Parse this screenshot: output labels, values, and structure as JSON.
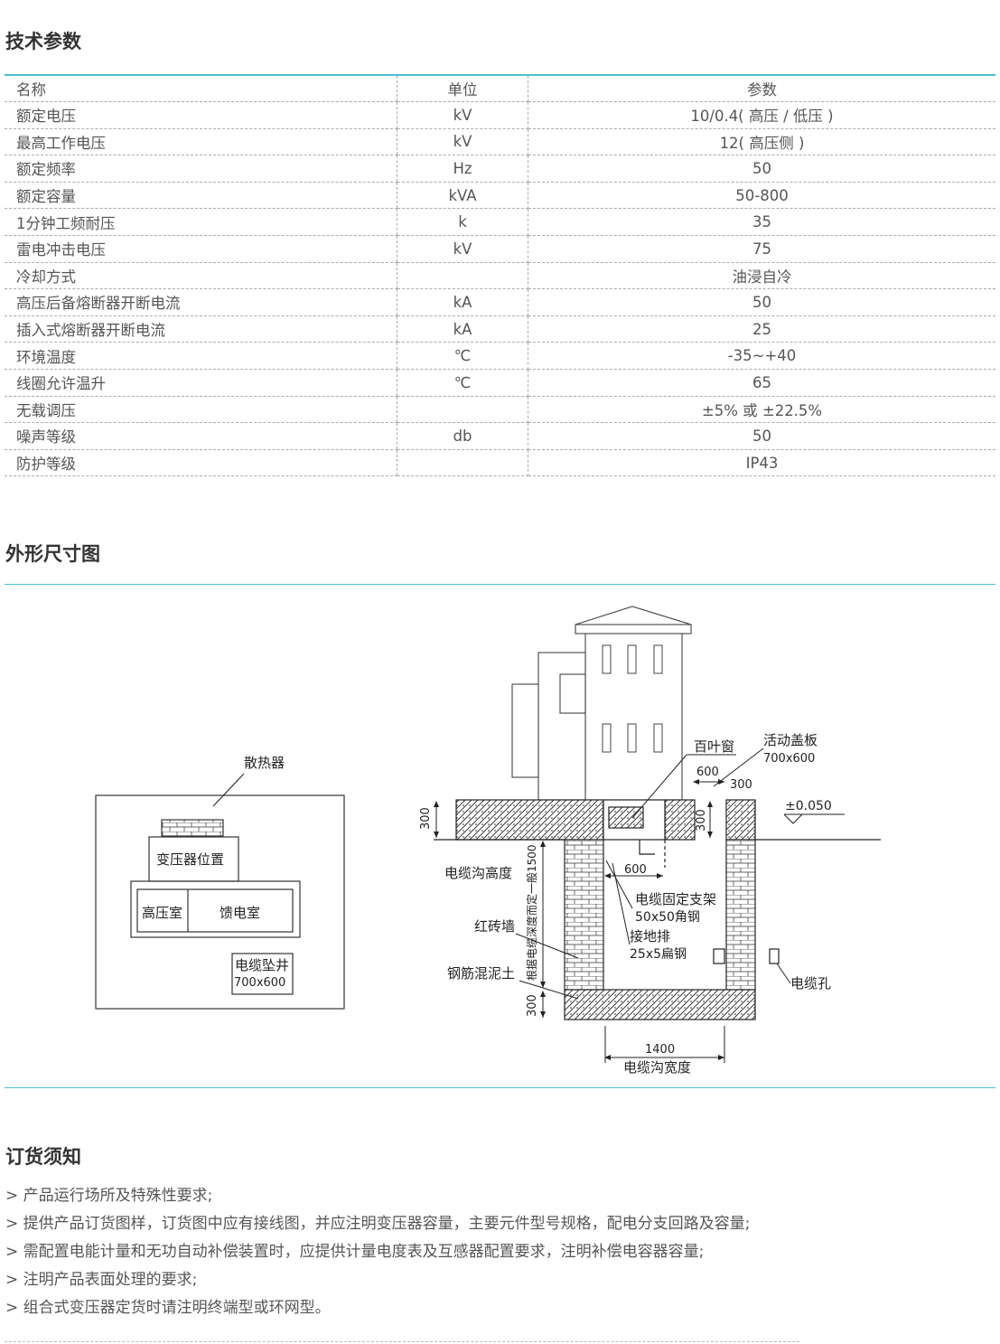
{
  "tech": {
    "title": "技术参数",
    "headers": [
      "名称",
      "单位",
      "参数"
    ],
    "rows": [
      [
        "额定电压",
        "kV",
        "10/0.4( 高压 / 低压 )"
      ],
      [
        "最高工作电压",
        "kV",
        "12( 高压侧 )"
      ],
      [
        "额定频率",
        "Hz",
        "50"
      ],
      [
        "额定容量",
        "kVA",
        "50-800"
      ],
      [
        "1分钟工频耐压",
        "k",
        "35"
      ],
      [
        "雷电冲击电压",
        "kV",
        "75"
      ],
      [
        "冷却方式",
        "",
        "油浸自冷"
      ],
      [
        "高压后备熔断器开断电流",
        "kA",
        "50"
      ],
      [
        "插入式熔断器开断电流",
        "kA",
        "25"
      ],
      [
        "环境温度",
        "℃",
        "-35~+40"
      ],
      [
        "线圈允许温升",
        "℃",
        "65"
      ],
      [
        "无载调压",
        "",
        "±5% 或 ±22.5%"
      ],
      [
        "噪声等级",
        "db",
        "50"
      ],
      [
        "防护等级",
        "",
        "IP43"
      ]
    ]
  },
  "dims": {
    "title": "外形尺寸图",
    "plan": {
      "radiator": "散热器",
      "transformer": "变压器位置",
      "hv_room": "高压室",
      "feeder_room": "馈电室",
      "cable_well": "电缆坠井",
      "cable_well_size": "700x600"
    },
    "section": {
      "louver": "百叶窗",
      "cover": "活动盖板",
      "cover_size": "700x600",
      "dim_600": "600",
      "dim_300": "300",
      "level": "±0.050",
      "trench_height": "电缆沟高度",
      "depth_note": "根据电缆深度而定一般1500",
      "cable_bracket": "电缆固定支架",
      "bracket_steel": "50x50角钢",
      "grounding_bar": "接地排",
      "flat_steel": "25x5扁钢",
      "brick_wall": "红砖墙",
      "concrete": "钢筋混泥土",
      "cable_hole": "电缆孔",
      "dim_1400": "1400",
      "trench_width": "电缆沟宽度"
    }
  },
  "order": {
    "title": "订货须知",
    "items": [
      "> 产品运行场所及特殊性要求;",
      "> 提供产品订货图样，订货图中应有接线图，并应注明变压器容量，主要元件型号规格，配电分支回路及容量;",
      "> 需配置电能计量和无功自动补偿装置时，应提供计量电度表及互感器配置要求，注明补偿电容器容量;",
      "> 注明产品表面处理的要求;",
      "> 组合式变压器定货时请注明终端型或环网型。"
    ]
  }
}
